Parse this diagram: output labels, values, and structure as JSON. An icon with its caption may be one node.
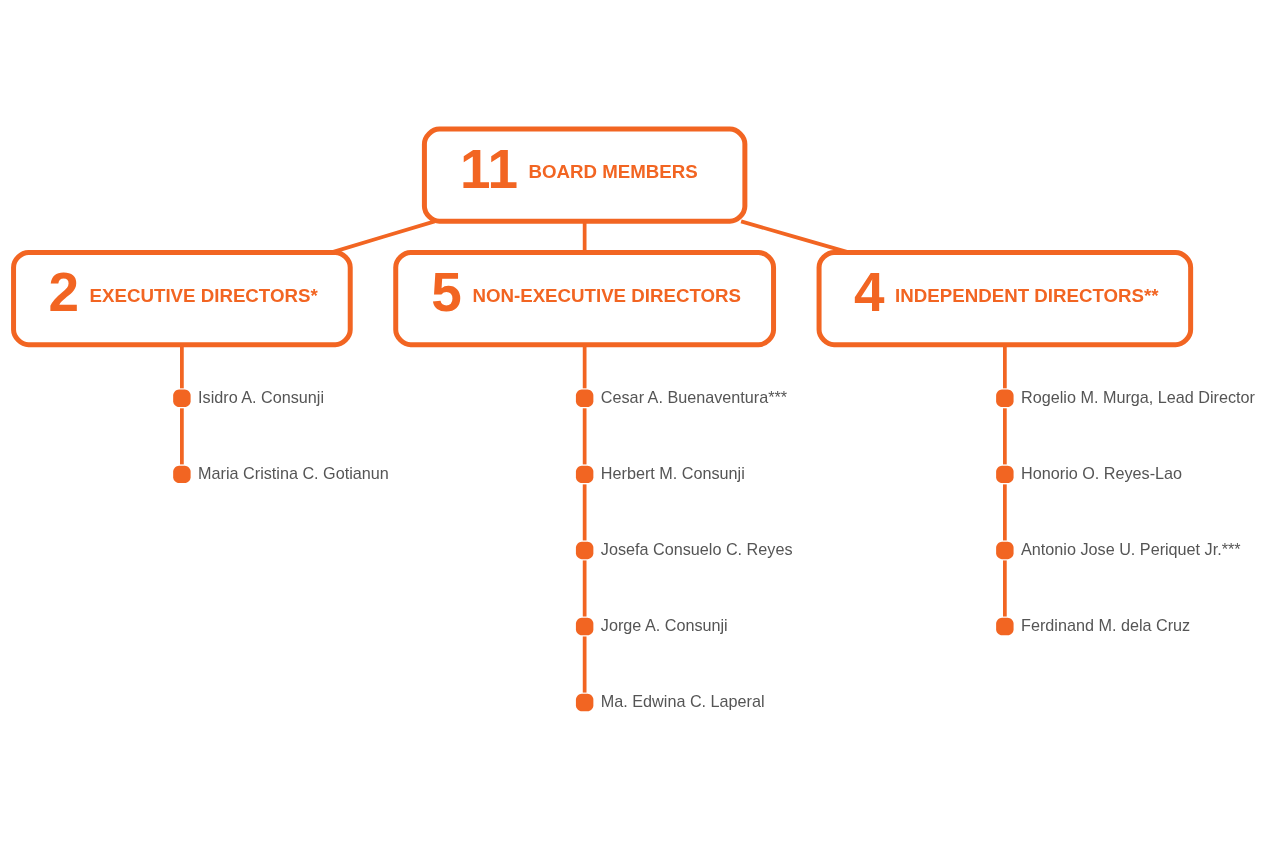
{
  "diagram": {
    "nodes": [
      {
        "text": [
          "11",
          "BOARD MEMBERS"
        ]
      },
      {
        "text": [
          "2",
          "EXECUTIVE DIRECTORS*"
        ]
      },
      {
        "text": [
          "5",
          "NON-EXECUTIVE DIRECTORS"
        ]
      },
      {
        "text": [
          "4",
          "INDEPENDENT DIRECTORS**"
        ]
      },
      {
        "text": [],
        "shape": "circle",
        "beside": [
          "Isidro A. Consunji"
        ]
      },
      {
        "text": [],
        "shape": "circle",
        "beside": [
          "Maria Cristina C. Gotianun"
        ]
      },
      {
        "text": [],
        "shape": "circle",
        "beside": [
          "Cesar A. Buenaventura***"
        ]
      },
      {
        "text": [],
        "shape": "circle",
        "beside": [
          "Herbert M. Consunji"
        ]
      },
      {
        "text": [],
        "shape": "circle",
        "beside": [
          "Josefa Consuelo C. Reyes"
        ]
      },
      {
        "text": [],
        "shape": "circle",
        "beside": [
          "Jorge A. Consunji"
        ]
      },
      {
        "text": [],
        "shape": "circle",
        "beside": [
          "Ma. Edwina C. Laperal"
        ]
      },
      {
        "text": [],
        "shape": "circle",
        "beside": [
          "Rogelio M. Murga, Lead Director"
        ]
      },
      {
        "text": [],
        "shape": "circle",
        "beside": [
          "Honorio O. Reyes-Lao"
        ]
      },
      {
        "text": [],
        "shape": "circle",
        "beside": [
          "Antonio Jose U. Periquet Jr.***"
        ]
      },
      {
        "text": [],
        "shape": "circle",
        "beside": [
          "Ferdinand M. dela Cruz"
        ]
      }
    ],
    "edges": [
      {
        "from": 0,
        "to": 1,
        "arrow": "none"
      },
      {
        "from": 0,
        "to": 2,
        "arrow": "none"
      },
      {
        "from": 0,
        "to": 3,
        "arrow": "none"
      },
      {
        "from": 1,
        "to": 4,
        "arrow": "none"
      },
      {
        "from": 4,
        "to": 5,
        "arrow": "none"
      },
      {
        "from": 2,
        "to": 6,
        "arrow": "none"
      },
      {
        "from": 6,
        "to": 7,
        "arrow": "none"
      },
      {
        "from": 7,
        "to": 8,
        "arrow": "none"
      },
      {
        "from": 8,
        "to": 9,
        "arrow": "none"
      },
      {
        "from": 9,
        "to": 10,
        "arrow": "none"
      },
      {
        "from": 3,
        "to": 11,
        "arrow": "none"
      },
      {
        "from": 11,
        "to": 12,
        "arrow": "none"
      },
      {
        "from": 12,
        "to": 13,
        "arrow": "none"
      },
      {
        "from": 13,
        "to": 14,
        "arrow": "none"
      }
    ]
  }
}
